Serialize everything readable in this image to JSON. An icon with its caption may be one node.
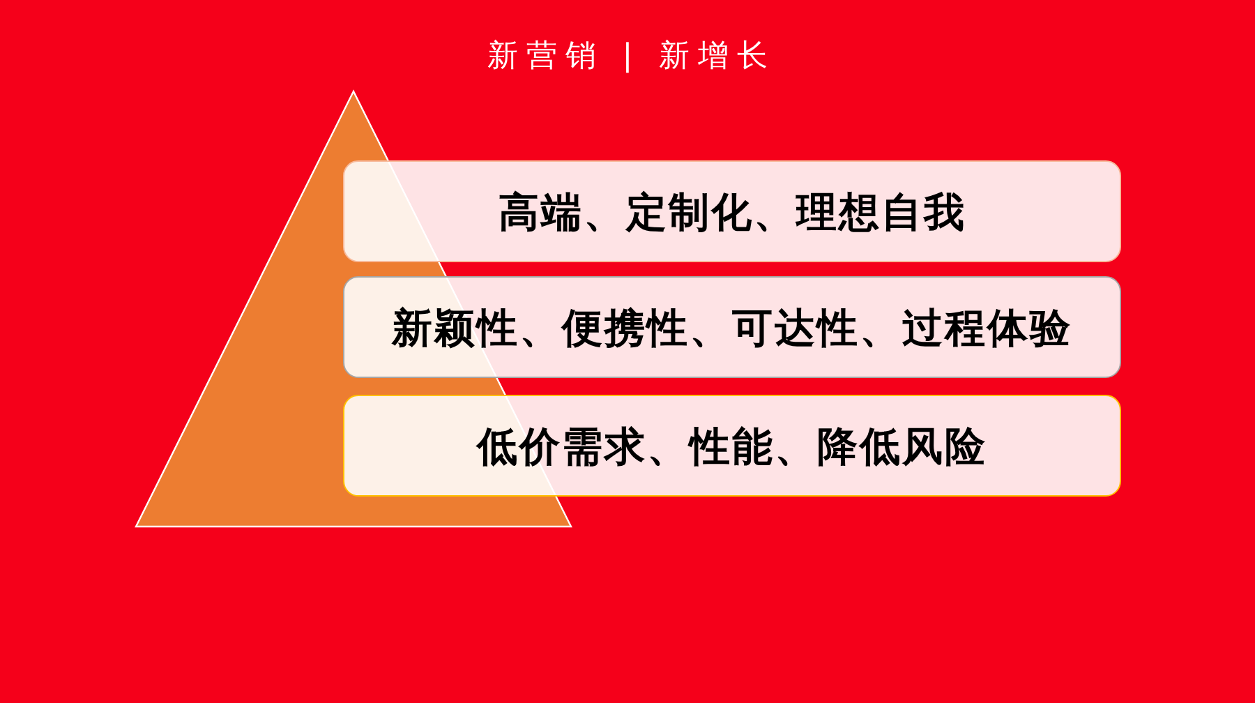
{
  "diagram": {
    "title": "新营销 | 新增长",
    "nodes": [
      {
        "text": [],
        "shape": "triangle"
      },
      {
        "text": [
          "高端、定制化、理想自我"
        ]
      },
      {
        "text": [
          "新颖性、便携性、可达性、过程体验"
        ]
      },
      {
        "text": [
          "低价需求、性能、降低风险"
        ]
      }
    ]
  }
}
